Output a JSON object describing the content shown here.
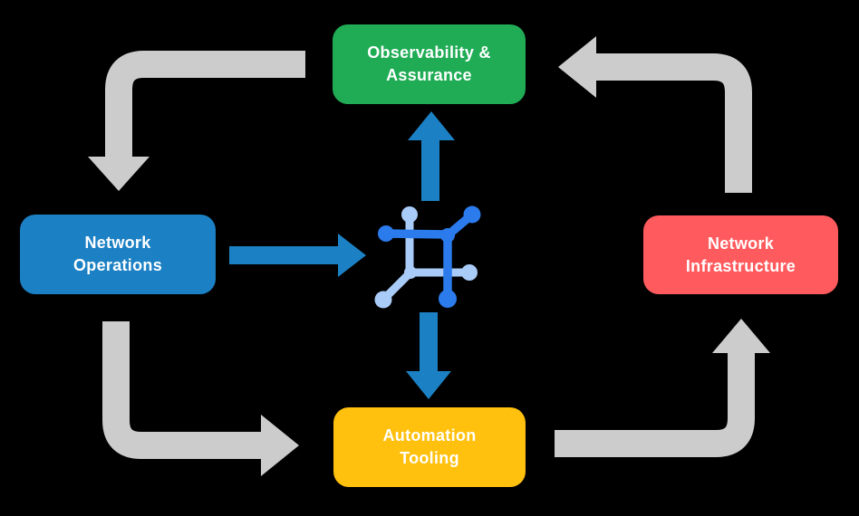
{
  "colors": {
    "background": "#000000",
    "green": "#1FAC55",
    "blue": "#1C81C4",
    "red": "#FF5B5E",
    "yellow": "#FFC00E",
    "gray": "#CCCCCC",
    "arrow_blue": "#1C81C4",
    "icon_blue": "#2B7BEC",
    "icon_light": "#A9CBF7",
    "text": "#FFFFFF"
  },
  "diagram": {
    "nodes": {
      "observability": {
        "line1": "Observability &",
        "line2": "Assurance"
      },
      "operations": {
        "line1": "Network",
        "line2": "Operations"
      },
      "infrastructure": {
        "line1": "Network",
        "line2": "Infrastructure"
      },
      "automation": {
        "line1": "Automation",
        "line2": "Tooling"
      }
    },
    "center_icon": "network-mesh-icon"
  }
}
